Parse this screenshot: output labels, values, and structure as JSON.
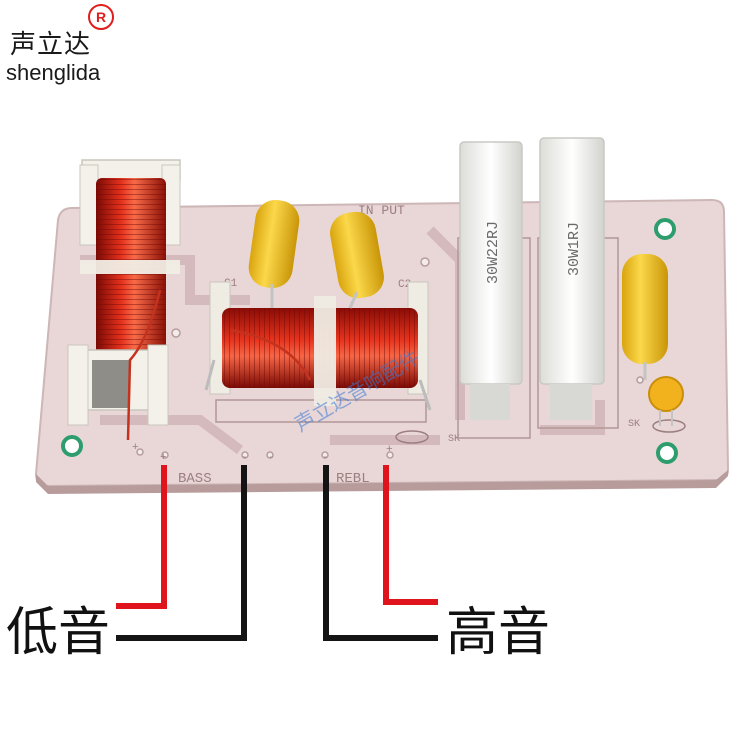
{
  "brand": {
    "name_cn": "声立达",
    "name_en": "shenglida",
    "registered_mark": "R"
  },
  "labels": {
    "low": "低音",
    "high": "高音"
  },
  "board": {
    "silkscreen_input": "IN PUT",
    "silkscreen_bass": "BASS",
    "silkscreen_treble": "REBL",
    "silkscreen_c1": "C1",
    "silkscreen_c2": "C2",
    "silkscreen_sk1": "SK",
    "silkscreen_sk2": "SK",
    "polarity_plus": "+",
    "polarity_minus": "-",
    "resistor_1_marking": "30W22RJ",
    "resistor_2_marking": "30W1RJ",
    "watermark": "声立达音响配件"
  },
  "colors": {
    "board": "#ead8d8",
    "wire_red": "#e0141c",
    "wire_black": "#141414",
    "cap_yellow": "#f2c41f"
  }
}
